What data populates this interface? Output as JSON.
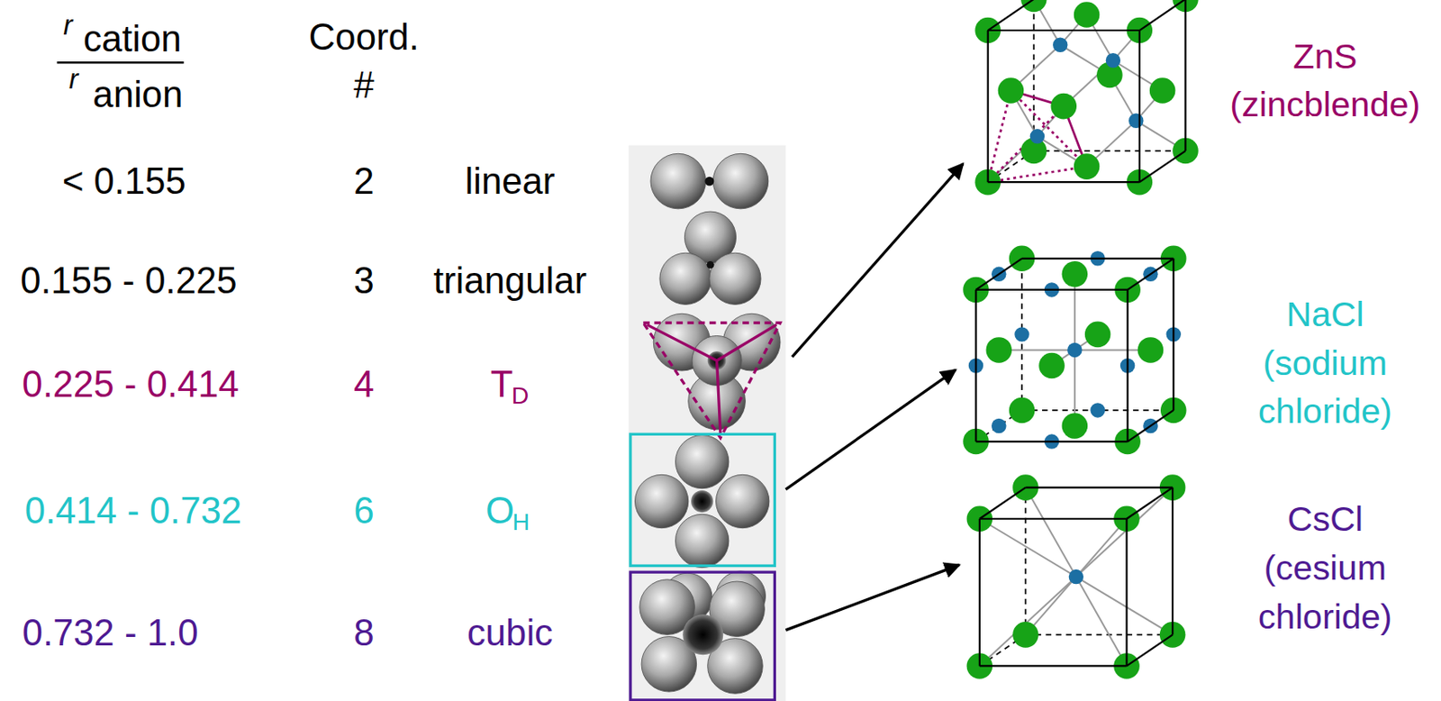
{
  "diagram": {
    "labels": [
      "r",
      "cation",
      "r",
      "anion",
      "Coord.",
      "#",
      "< 0.155",
      "2",
      "linear",
      "0.155 - 0.225",
      "3",
      "triangular",
      "0.225 - 0.414",
      "4",
      "T",
      "D",
      "0.414 - 0.732",
      "6",
      "O",
      "H",
      "0.732 - 1.0",
      "8",
      "cubic",
      "ZnS (zincblende)",
      "NaCl (sodium chloride)",
      "CsCl (cesium chloride)"
    ]
  }
}
